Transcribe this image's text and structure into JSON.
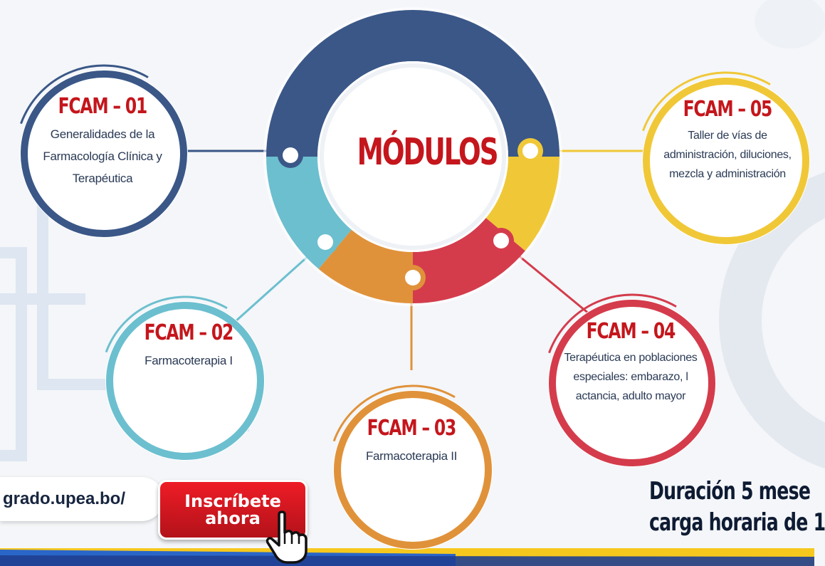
{
  "title": "MÓDULOS",
  "modules": [
    {
      "code": "FCAM – 01",
      "lines": [
        "Generalidades de la",
        "Farmacología Clínica y",
        "Terapéutica"
      ],
      "color": "#3a5787"
    },
    {
      "code": "FCAM – 02",
      "lines": [
        "Farmacoterapia I"
      ],
      "color": "#6cbfcf"
    },
    {
      "code": "FCAM – 03",
      "lines": [
        "Farmacoterapia II"
      ],
      "color": "#e0923a"
    },
    {
      "code": "FCAM – 04",
      "lines": [
        "Terapéutica en poblaciones",
        "especiales: embarazo, l",
        "actancia, adulto mayor"
      ],
      "color": "#d43c4c"
    },
    {
      "code": "FCAM – 05",
      "lines": [
        "Taller de vías de",
        "administración, diluciones,",
        "mezcla y administración"
      ],
      "color": "#f0c837"
    }
  ],
  "footer": {
    "url": "grado.upea.bo/",
    "cta_line1": "Inscríbete",
    "cta_line2": "ahora",
    "duration_line1": "Duración 5 mese",
    "duration_line2": "carga horaria de 1"
  },
  "colors": {
    "accent_red": "#c4161c",
    "navy": "#3a5787",
    "teal": "#6cbfcf",
    "orange": "#e0923a",
    "red": "#d43c4c",
    "yellow": "#f0c837"
  },
  "icons": [
    "pointer-hand-icon"
  ]
}
